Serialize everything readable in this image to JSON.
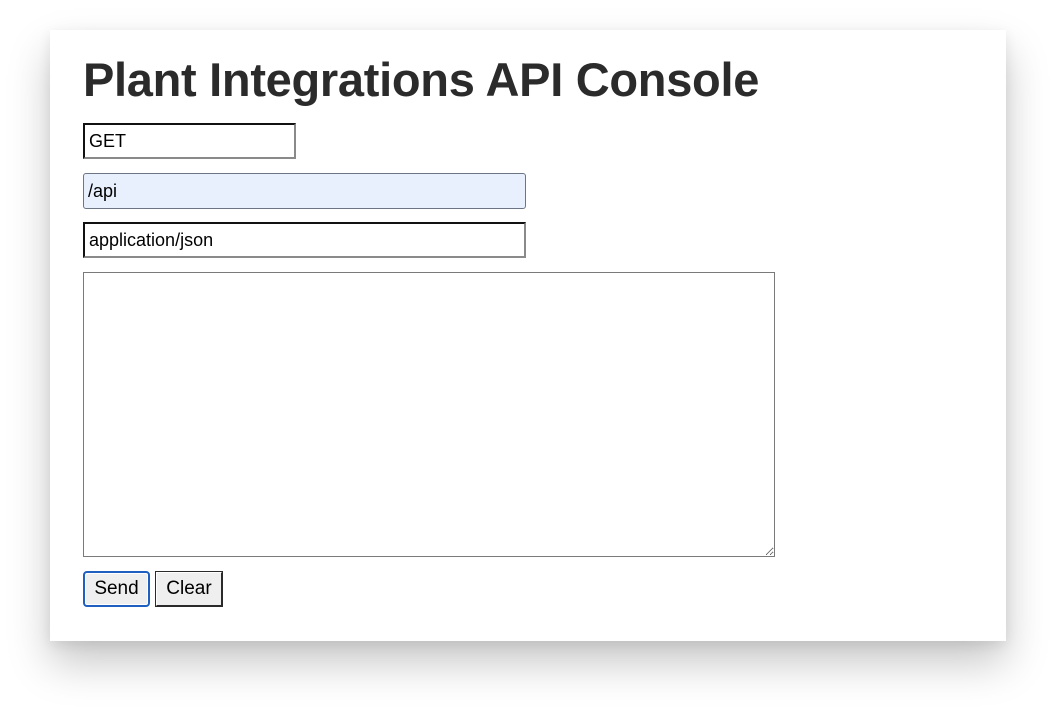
{
  "page": {
    "title": "Plant Integrations API Console"
  },
  "form": {
    "method_value": "GET",
    "path_value": "/api",
    "content_type_value": "application/json",
    "body_value": ""
  },
  "buttons": {
    "send_label": "Send",
    "clear_label": "Clear"
  },
  "colors": {
    "title_text": "#2b2b2b",
    "autofill_background": "#e8f0fe",
    "focus_ring": "#1f5fbf",
    "button_face": "#efefef"
  }
}
